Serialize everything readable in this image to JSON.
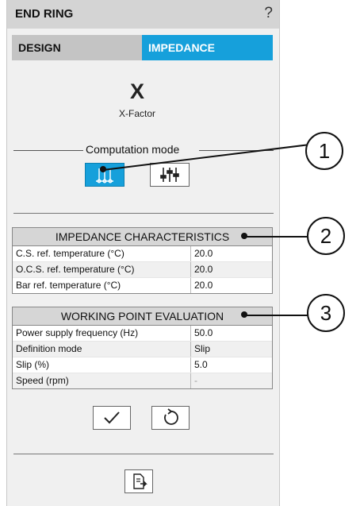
{
  "window": {
    "title": "END RING",
    "help": "?"
  },
  "tabs": [
    {
      "label": "DESIGN",
      "active": false
    },
    {
      "label": "IMPEDANCE",
      "active": true
    }
  ],
  "x_factor": {
    "symbol": "X",
    "label": "X-Factor"
  },
  "computation_mode": {
    "label": "Computation mode",
    "selected": "mode-1"
  },
  "impedance": {
    "header": "IMPEDANCE CHARACTERISTICS",
    "rows": [
      {
        "label": "C.S. ref. temperature (°C)",
        "value": "20.0"
      },
      {
        "label": "O.C.S. ref. temperature (°C)",
        "value": "20.0"
      },
      {
        "label": "Bar ref. temperature (°C)",
        "value": "20.0"
      }
    ]
  },
  "working_point": {
    "header": "WORKING POINT EVALUATION",
    "rows": [
      {
        "label": "Power supply frequency (Hz)",
        "value": "50.0"
      },
      {
        "label": "Definition mode",
        "value": "Slip"
      },
      {
        "label": "Slip (%)",
        "value": "5.0"
      },
      {
        "label": "Speed (rpm)",
        "value": "-"
      }
    ]
  },
  "callouts": [
    "1",
    "2",
    "3"
  ],
  "icons": {
    "mode_1": "computation-mode-1-icon",
    "mode_2": "computation-mode-2-icon",
    "confirm": "check-icon",
    "reset": "reset-icon",
    "exit": "exit-icon"
  },
  "colors": {
    "accent": "#16a0db",
    "panel": "#f0f0f0",
    "header": "#d6d6d6"
  }
}
